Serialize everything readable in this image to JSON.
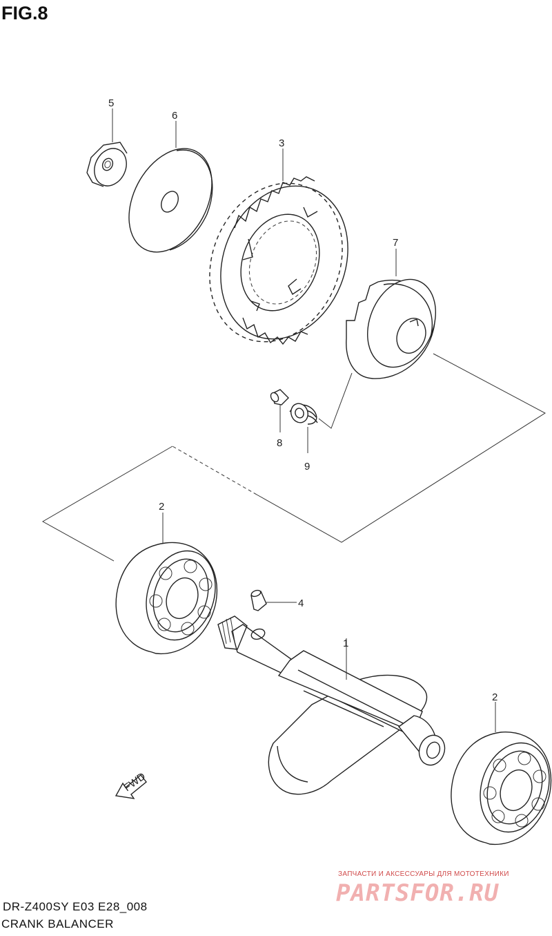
{
  "figure": {
    "title": "FIG.8",
    "model_code": "DR-Z400SY E03 E28_008",
    "section_name": "CRANK BALANCER"
  },
  "callouts": {
    "p1": "1",
    "p2a": "2",
    "p2b": "2",
    "p3": "3",
    "p4": "4",
    "p5": "5",
    "p6": "6",
    "p7": "7",
    "p8": "8",
    "p9": "9"
  },
  "direction_label": "FWD",
  "watermark": {
    "tagline": "ЗАПЧАСТИ И АКСЕССУАРЫ ДЛЯ МОТОТЕХНИКИ",
    "brand": "PARTSFOR.RU"
  }
}
